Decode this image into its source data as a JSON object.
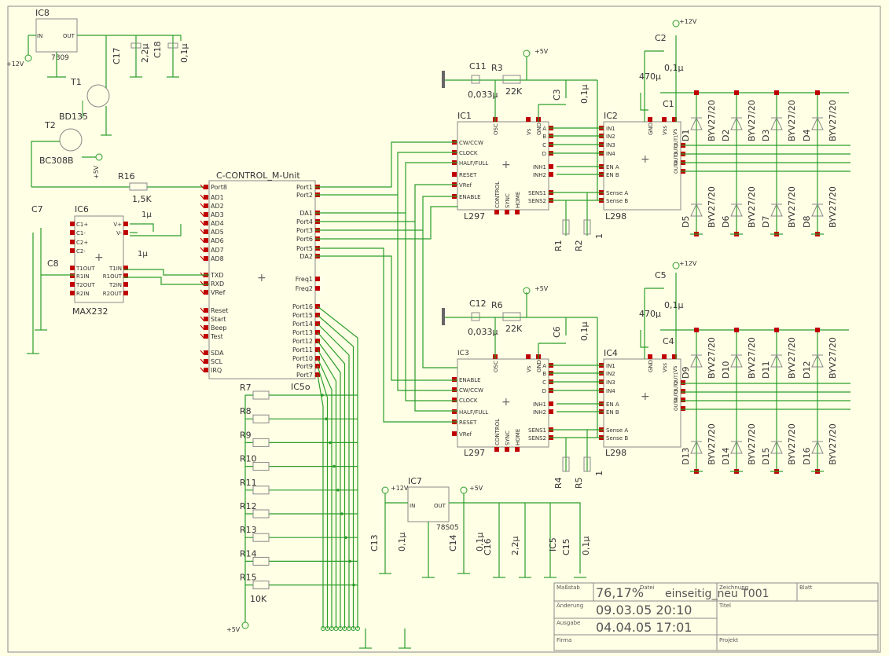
{
  "title_block": {
    "massstab_label": "Maßstab",
    "massstab_value": "76,17%",
    "datei_label": "Datei",
    "datei_value": "einseitig_neu T001",
    "zeichnung_label": "Zeichnung",
    "blatt_label": "Blatt",
    "aenderung_label": "Änderung",
    "aenderung_value": "09.03.05 20:10",
    "ausgabe_label": "Ausgabe",
    "ausgabe_value": "04.04.05 17:01",
    "titel_label": "Titel",
    "firma_label": "Firma",
    "projekt_label": "Projekt"
  },
  "parts": {
    "ic8": "IC8",
    "ic8_type": "7809",
    "in": "IN",
    "out": "OUT",
    "gnd": "GND",
    "c17": "C17",
    "c17_val": "2,2μ",
    "c18": "C18",
    "c18_val": "0,1μ",
    "t1": "T1",
    "t1_type": "BD135",
    "t2": "T2",
    "t2_type": "BC308B",
    "plus5": "+5V",
    "plus12": "+12V",
    "r16": "R16",
    "r16_val": "1,5K",
    "cctrl": "C-CONTROL_M-Unit",
    "ic6": "IC6",
    "ic6_type": "MAX232",
    "c7": "C7",
    "c8": "C8",
    "c1u": "1μ",
    "ic1": "IC1",
    "ic1_type": "L297",
    "ic2": "IC2",
    "ic2_type": "L298",
    "ic3": "IC3",
    "ic3_type": "L297",
    "ic4": "IC4",
    "ic4_type": "L298",
    "c11": "C11",
    "c11_val": "0,033μ",
    "r3": "R3",
    "r3_val": "22K",
    "c3": "C3",
    "c3_val": "0,1μ",
    "c2": "C2",
    "c2_val": "0,1μ",
    "c1": "C1",
    "c1_val": "470μ",
    "c12": "C12",
    "c12_val": "0,033μ",
    "r6": "R6",
    "r6_val": "22K",
    "c6": "C6",
    "c6_val": "0,1μ",
    "c5": "C5",
    "c5_val": "0,1μ",
    "c4": "C4",
    "c4_val": "470μ",
    "r1": "R1",
    "r2": "R2",
    "r4": "R4",
    "r5": "R5",
    "r_one": "1",
    "ic7": "IC7",
    "ic7_type": "78S05",
    "c13": "C13",
    "c13_val": "0,1μ",
    "c14": "C14",
    "c14_val": "0,1μ",
    "c16": "C16",
    "c16_val": "2,2μ",
    "c15": "C15",
    "c15_val": "0,1μ",
    "ic5": "IC5",
    "ic5_label": "IC5o",
    "r10k": "10K",
    "diode_type": "BYV27/20",
    "r_ladder": [
      "R7",
      "R8",
      "R9",
      "R10",
      "R11",
      "R12",
      "R13",
      "R14",
      "R15"
    ],
    "diodes_top": [
      "D1",
      "D2",
      "D3",
      "D4"
    ],
    "diodes_top2": [
      "D5",
      "D6",
      "D7",
      "D8"
    ],
    "diodes_bot": [
      "D9",
      "D10",
      "D11",
      "D12"
    ],
    "diodes_bot2": [
      "D13",
      "D14",
      "D15",
      "D16"
    ]
  },
  "pins": {
    "cc_left": [
      "Port8",
      "AD1",
      "AD2",
      "AD3",
      "AD4",
      "AD5",
      "AD6",
      "AD7",
      "AD8",
      "TXD",
      "RXD",
      "VRef",
      "Reset",
      "Start",
      "Beep",
      "Test",
      "SDA",
      "SCL",
      "IRQ"
    ],
    "cc_right": [
      "Port1",
      "Port2",
      "DA1",
      "Port4",
      "Port3",
      "Port6",
      "Port5",
      "DA2",
      "Freq1",
      "Freq2",
      "Port16",
      "Port15",
      "Port14",
      "Port13",
      "Port12",
      "Port11",
      "Port10",
      "Port9",
      "Port7"
    ],
    "max_left": [
      "C1+",
      "C1-",
      "C2+",
      "C2-",
      "T1OUT",
      "R1IN",
      "T2OUT",
      "R2IN"
    ],
    "max_right": [
      "V+",
      "V-",
      "T1IN",
      "R1OUT",
      "T2IN",
      "R2OUT"
    ],
    "l297a_left": [
      "CW/CCW",
      "CLOCK",
      "HALF/FULL",
      "RESET",
      "VRef",
      "ENABLE"
    ],
    "l297b_left": [
      "ENABLE",
      "CW/CCW",
      "CLOCK",
      "HALF/FULL",
      "RESET",
      "VRef"
    ],
    "l297_right": [
      "A",
      "B",
      "C",
      "D",
      "INH1",
      "INH2",
      "SENS1",
      "SENS2"
    ],
    "l297_top": [
      "OSC",
      "Vs",
      "GND"
    ],
    "l297_bottom": [
      "CONTROL",
      "SYNC",
      "HOME"
    ],
    "l298_left": [
      "IN1",
      "IN2",
      "IN3",
      "IN4",
      "EN A",
      "EN B",
      "Sense A",
      "Sense B"
    ],
    "l298_top": [
      "GND",
      "Vss",
      "Vs"
    ],
    "l298_right": [
      "OUT1",
      "OUT2",
      "OUT3",
      "OUT4"
    ]
  }
}
